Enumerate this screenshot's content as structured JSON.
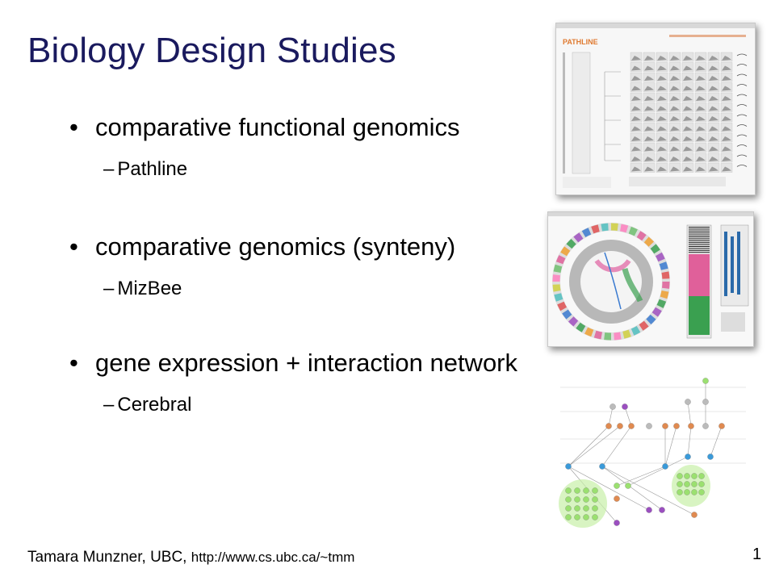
{
  "slide": {
    "title": "Biology Design Studies",
    "items": [
      {
        "bullet": "•",
        "text": "comparative functional genomics",
        "sub_dash": "–",
        "sub": "Pathline"
      },
      {
        "bullet": "•",
        "text": "comparative genomics (synteny)",
        "sub_dash": "–",
        "sub": "MizBee"
      },
      {
        "bullet": "•",
        "text": "gene expression + interaction network",
        "sub_dash": "–",
        "sub": "Cerebral"
      }
    ],
    "footer": {
      "author": "Tamara Munzner, UBC,",
      "url": "http://www.cs.ubc.ca/~tmm"
    },
    "page_number": "1"
  },
  "images": {
    "pathline": {
      "logo_text": "PATHLINE"
    }
  },
  "colors": {
    "title": "#1a1a5e",
    "pathline_accent": "#e07a30",
    "mizbee_pink": "#e0609a",
    "mizbee_green": "#3aa050",
    "cerebral_node_green": "#9be070",
    "cerebral_node_orange": "#e08a50",
    "cerebral_node_blue": "#3a9ad9",
    "cerebral_node_purple": "#9b4fc0"
  }
}
